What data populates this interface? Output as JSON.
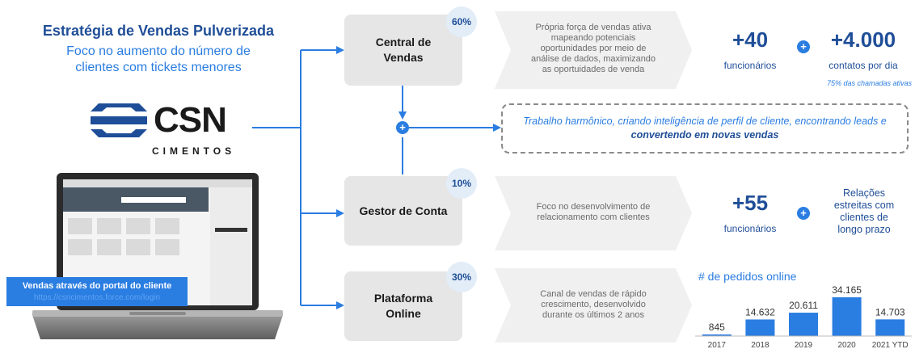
{
  "left": {
    "title": "Estratégia de Vendas Pulverizada",
    "subtitle_line1": "Foco no aumento do número de",
    "subtitle_line2": "clientes com tickets menores",
    "logo_text": "CSN",
    "logo_sub": "CIMENTOS",
    "portal_label": "Vendas através do portal do cliente",
    "portal_url": "https://csncimentos.force.com/login"
  },
  "channels": [
    {
      "name_line1": "Central de",
      "name_line2": "Vendas",
      "percent": "60%",
      "description": [
        "Própria força de vendas ativa",
        "mapeando potenciais",
        "oportunidades por meio de",
        "análise de dados, maximizando",
        "as oportuidades de venda"
      ],
      "metric1_value": "+40",
      "metric1_label": "funcionários",
      "metric2_value": "+4.000",
      "metric2_label": "contatos por dia",
      "note": "75% das chamadas ativas"
    },
    {
      "name_line1": "Gestor de Conta",
      "percent": "10%",
      "description": [
        "Foco no desenvolvimento de",
        "relacionamento com clientes"
      ],
      "metric1_value": "+55",
      "metric1_label": "funcionários",
      "metric2_text": [
        "Relações",
        "estreitas com",
        "clientes de",
        "longo prazo"
      ]
    },
    {
      "name_line1": "Plataforma",
      "name_line2": "Online",
      "percent": "30%",
      "description": [
        "Canal de vendas de rápido",
        "crescimento, desenvolvido",
        "durante os últimos 2 anos"
      ]
    }
  ],
  "synergy": {
    "line1": "Trabalho harmônico, criando inteligência de perfil de cliente, encontrando leads e",
    "line2": "convertendo em novas vendas"
  },
  "chart_data": {
    "type": "bar",
    "title": "# de pedidos online",
    "categories": [
      "2017",
      "2018",
      "2019",
      "2020",
      "2021 YTD"
    ],
    "values": [
      845,
      14632,
      20611,
      34165,
      14703
    ],
    "value_labels": [
      "845",
      "14.632",
      "20.611",
      "34.165",
      "14.703"
    ],
    "color": "#2a7de1"
  },
  "colors": {
    "primary": "#1f4e98",
    "accent": "#2a7de1",
    "box_bg": "#e6e6e6"
  },
  "icons": {
    "plus": "+"
  }
}
